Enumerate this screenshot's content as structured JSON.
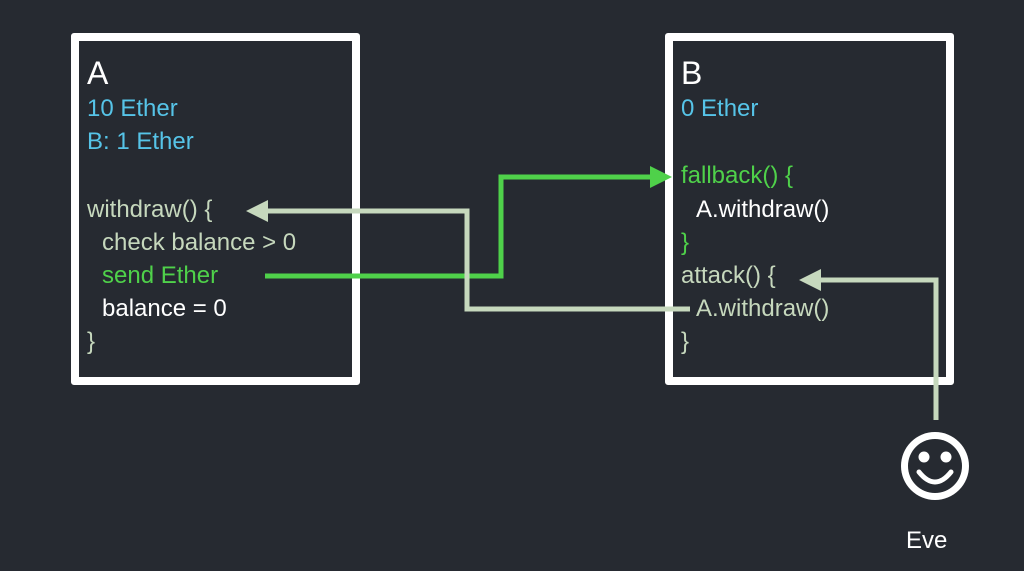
{
  "contract_a": {
    "name": "A",
    "balance": "10 Ether",
    "ledger_entry": "B: 1 Ether",
    "code": {
      "function_open": "withdraw() {",
      "check": "check balance > 0",
      "send": "send  Ether",
      "reset": "balance = 0",
      "close": "}"
    }
  },
  "contract_b": {
    "name": "B",
    "balance": "0 Ether",
    "fallback": {
      "open": "fallback() {",
      "call": "A.withdraw()",
      "close": "}"
    },
    "attack": {
      "open": "attack() {",
      "call": "A.withdraw()",
      "close": "}"
    }
  },
  "attacker": {
    "name": "Eve",
    "icon": "smiley-face-icon"
  },
  "colors": {
    "background": "#262a31",
    "box_border": "#ffffff",
    "cyan_text": "#56c4e8",
    "green_arrow": "#4fd14a",
    "pale_arrow": "#c6d8bd"
  }
}
